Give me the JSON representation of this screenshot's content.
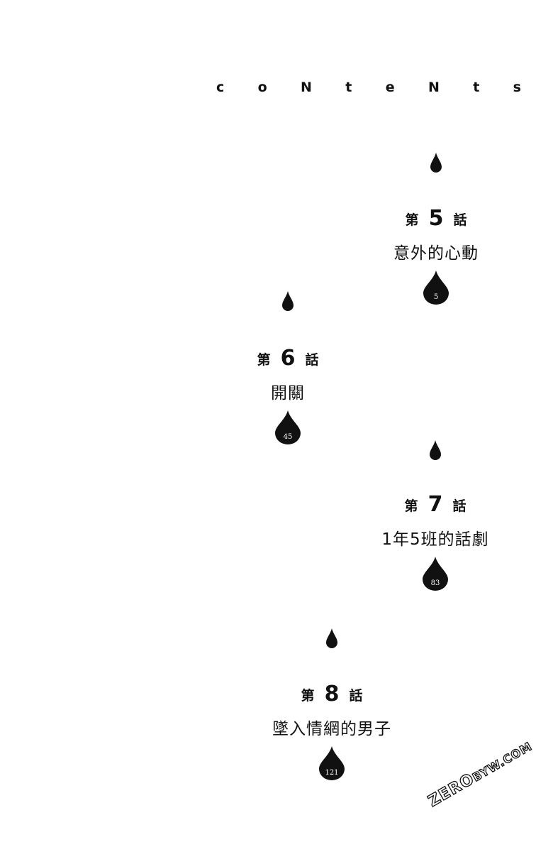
{
  "contents_letters": [
    "c",
    "o",
    "N",
    "t",
    "e",
    "N",
    "t",
    "s"
  ],
  "chapters": [
    {
      "prefix": "第",
      "number": "5",
      "suffix": "話",
      "title": "意外的心動",
      "page": "5"
    },
    {
      "prefix": "第",
      "number": "6",
      "suffix": "話",
      "title": "開關",
      "page": "45"
    },
    {
      "prefix": "第",
      "number": "7",
      "suffix": "話",
      "title": "1年5班的話劇",
      "page": "83"
    },
    {
      "prefix": "第",
      "number": "8",
      "suffix": "話",
      "title": "墜入情網的男子",
      "page": "121"
    }
  ],
  "watermark": {
    "main": "ZERO",
    "sub": "BYW.COM"
  },
  "colors": {
    "ink": "#111111",
    "paper": "#ffffff"
  },
  "icons": {
    "decoration": "droplet-icon",
    "page_marker": "droplet-page-icon"
  }
}
